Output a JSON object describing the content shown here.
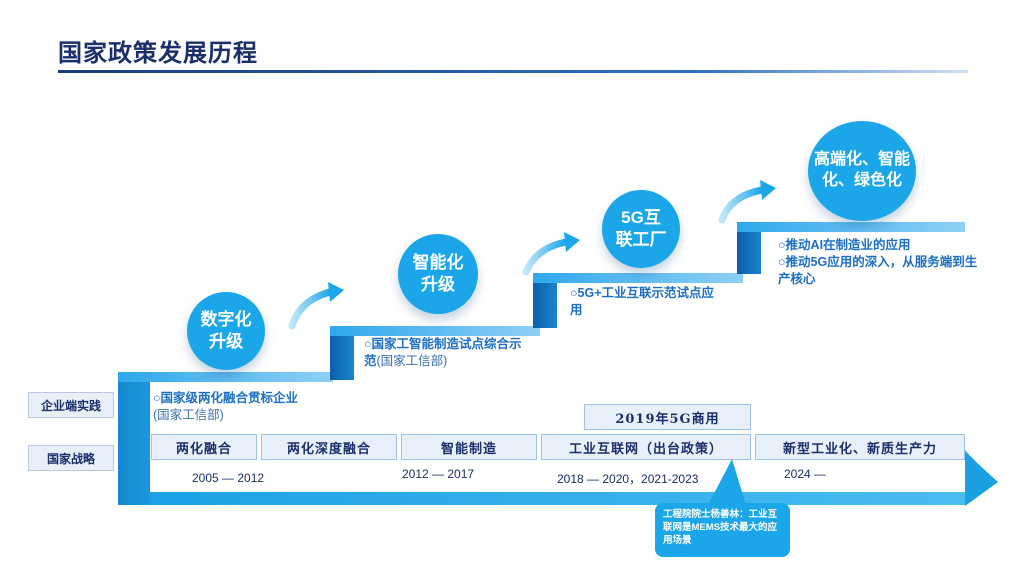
{
  "page": {
    "title": "国家政策发展历程"
  },
  "side_labels": {
    "enterprise": "企业端实践",
    "national": "国家战略"
  },
  "circles": [
    {
      "text": "数字化\n升级"
    },
    {
      "text": "智能化\n升级"
    },
    {
      "text": "5G互\n联工厂"
    },
    {
      "text": "高端化、智能\n化、绿色化"
    }
  ],
  "notes": {
    "n1_main": "○国家级两化融合贯标企业",
    "n1_sub": "(国家工信部)",
    "n2_main": "○国家工智能制造试点综合示范",
    "n2_sub": "(国家工信部)",
    "n3_main": "○5G+工业互联示范试点应用",
    "n4_line1": "○推动AI在制造业的应用",
    "n4_line2": "○推动5G应用的深入，从服务端到生产核心"
  },
  "milestone": "2019年5G商用",
  "stages": [
    "两化融合",
    "两化深度融合",
    "智能制造",
    "工业互联网（出台政策）",
    "新型工业化、新质生产力"
  ],
  "years": [
    "2005 — 2012",
    "2012 — 2017",
    "2018 — 2020，2021-2023",
    "2024 —"
  ],
  "callout": "工程院院士杨善林：工业互联网是MEMS技术最大的应用场景",
  "colors": {
    "accent": "#1aa6e8",
    "dark": "#0e6fb8",
    "navy": "#1a2f6b"
  }
}
